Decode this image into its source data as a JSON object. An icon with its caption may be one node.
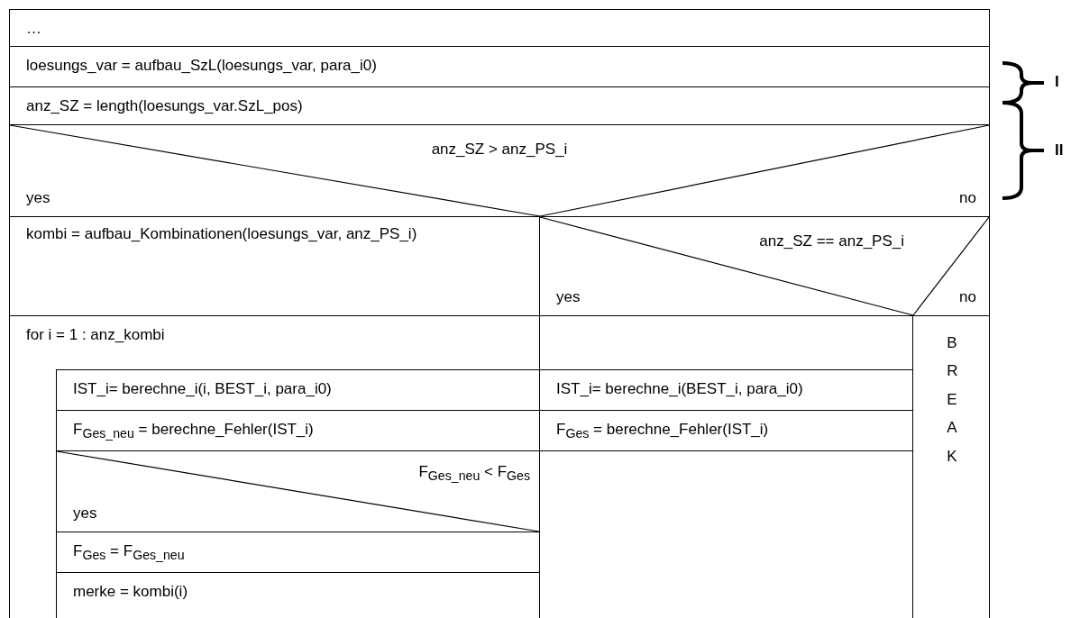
{
  "diagram": {
    "nodes": [
      {
        "text": [
          "…"
        ]
      },
      {
        "text": [
          "loesungs_var = aufbau_SzL(loesungs_var, para_i0)"
        ]
      },
      {
        "text": [
          "anz_SZ = length(loesungs_var.SzL_pos)"
        ]
      },
      {
        "text": [
          "anz_SZ > anz_PS_i",
          "yes",
          "no"
        ]
      },
      {
        "text": [
          "kombi = aufbau_Kombinationen(loesungs_var, anz_PS_i)"
        ]
      },
      {
        "text": [
          "anz_SZ == anz_PS_i",
          "yes",
          "no"
        ]
      },
      {
        "text": [
          "for i = 1 : anz_kombi"
        ]
      },
      {
        "text": [
          "IST_i= berechne_i(i, BEST_i, para_i0)"
        ],
        "in": 6
      },
      {
        "text": [
          "F$_{Ges_neu}$ = berechne_Fehler(IST_i)"
        ],
        "in": 6
      },
      {
        "text": [
          "F$_{Ges_neu}$ < F$_{Ges}$",
          "yes"
        ],
        "in": 6
      },
      {
        "text": [
          "F$_{Ges}$ = F$_{Ges_neu}$"
        ],
        "in": 6
      },
      {
        "text": [
          "merke = kombi(i)"
        ],
        "in": 6
      },
      {
        "text": [],
        "shape": "box"
      },
      {
        "text": [
          "IST_i= berechne_i(BEST_i, para_i0)"
        ]
      },
      {
        "text": [
          "F$_{Ges}$ = berechne_Fehler(IST_i)"
        ]
      },
      {
        "text": [],
        "shape": "box"
      },
      {
        "text": [
          "BREAK"
        ]
      }
    ],
    "edges": [],
    "labels": [
      "I",
      "II"
    ]
  }
}
